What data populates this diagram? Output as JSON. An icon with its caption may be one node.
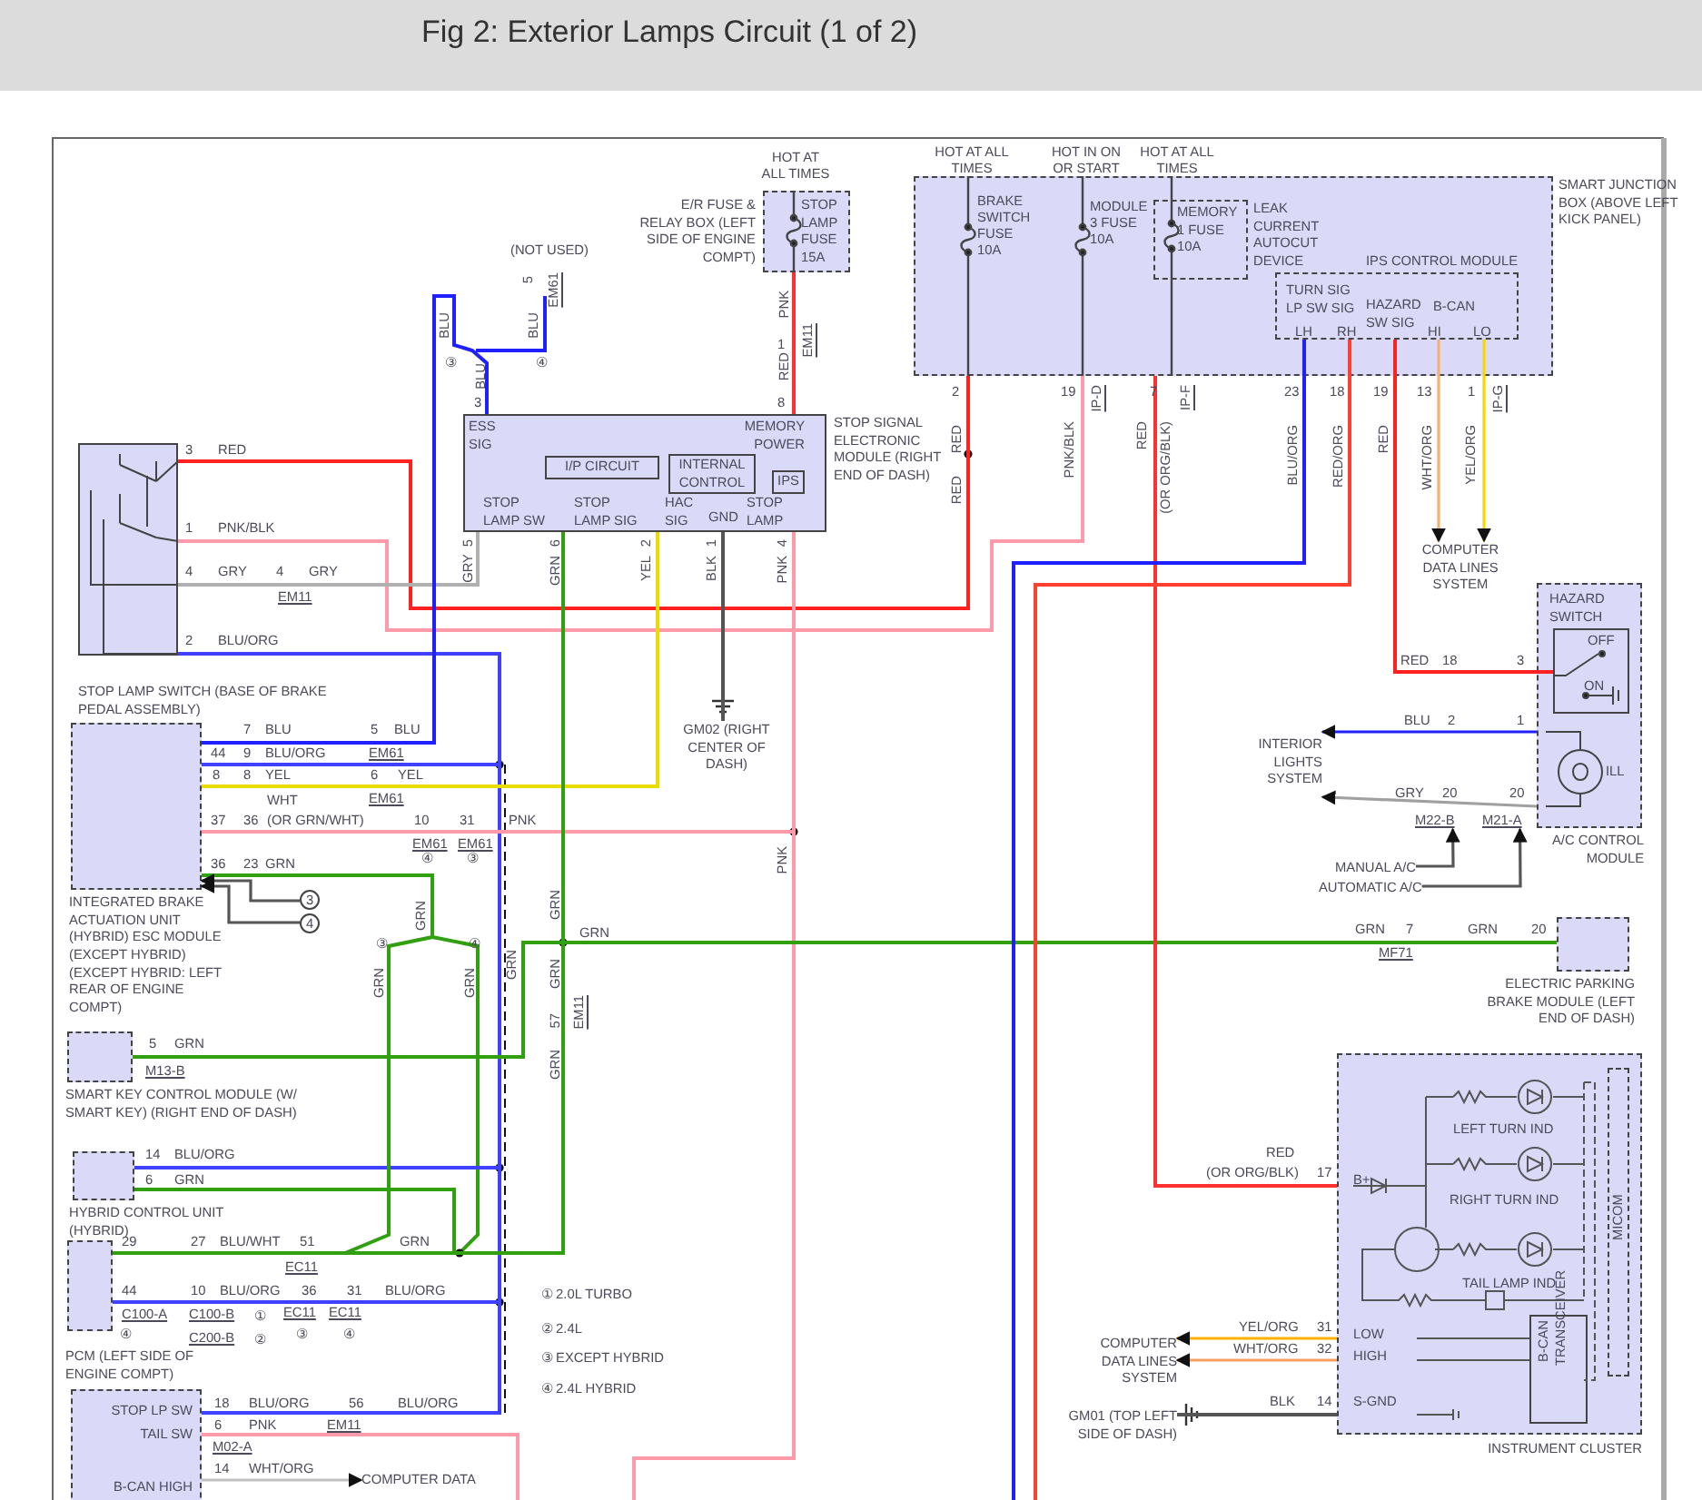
{
  "diagram": {
    "title": "Fig 2: Exterior Lamps Circuit (1 of 2)",
    "nodes": [
      {
        "text": [
          "SMART JUNCTION BOX (ABOVE LEFT KICK PANEL)"
        ]
      },
      {
        "text": [
          "MEMORY 1 FUSE 10A",
          "LEAK CURRENT AUTOCUT DEVICE"
        ],
        "in": 0
      },
      {
        "text": [
          "IPS CONTROL MODULE",
          "TURN SIG LP SW SIG",
          "HAZARD SW SIG",
          "B-CAN"
        ],
        "in": 0
      },
      {
        "text": [
          "E/R FUSE & RELAY BOX (LEFT SIDE OF ENGINE COMPT)",
          "STOP LAMP FUSE 15A"
        ]
      },
      {
        "text": [
          "ESS SIG",
          "MEMORY POWER",
          "STOP LAMP SW",
          "STOP LAMP SIG",
          "HAC SIG",
          "GND",
          "STOP LAMP",
          "STOP SIGNAL ELECTRONIC MODULE (RIGHT END OF DASH)"
        ]
      },
      {
        "text": [
          "I/P CIRCUIT"
        ],
        "in": 4
      },
      {
        "text": [
          "INTERNAL CONTROL"
        ],
        "in": 4
      },
      {
        "text": [
          "IPS"
        ],
        "in": 4
      },
      {
        "text": [
          "STOP LAMP SWITCH (BASE OF BRAKE PEDAL ASSEMBLY)"
        ]
      },
      {
        "text": [
          "INTEGRATED BRAKE ACTUATION UNIT (HYBRID) ESC MODULE (EXCEPT HYBRID) (EXCEPT HYBRID: LEFT REAR OF ENGINE COMPT)"
        ]
      },
      {
        "text": [
          "SMART KEY CONTROL MODULE (W/ SMART KEY) (RIGHT END OF DASH)"
        ]
      },
      {
        "text": [
          "HYBRID CONTROL UNIT (HYBRID)"
        ]
      },
      {
        "text": [
          "PCM (LEFT SIDE OF ENGINE COMPT)"
        ]
      },
      {
        "text": [
          "STOP LP SW",
          "TAIL SW",
          "B-CAN HIGH"
        ]
      },
      {
        "text": [
          "A/C CONTROL MODULE"
        ]
      },
      {
        "text": [
          "HAZARD SWITCH",
          "OFF",
          "ON"
        ],
        "in": 14
      },
      {
        "text": [
          "ELECTRIC PARKING BRAKE MODULE (LEFT END OF DASH)"
        ]
      },
      {
        "text": [
          "INSTRUMENT CLUSTER",
          "B+",
          "LOW",
          "HIGH",
          "S-GND",
          "LEFT TURN IND",
          "RIGHT TURN IND",
          "TAIL LAMP IND"
        ]
      },
      {
        "text": [
          "MICOM"
        ],
        "in": 17
      },
      {
        "text": [
          "B-CAN TRANSCEIVER"
        ],
        "in": 17
      },
      {
        "text": [
          "INTERIOR LIGHTS SYSTEM"
        ]
      },
      {
        "text": [
          "COMPUTER DATA LINES SYSTEM"
        ]
      },
      {
        "text": [
          "COMPUTER DATA LINES SYSTEM"
        ]
      },
      {
        "text": [
          "GM02 (RIGHT CENTER OF DASH)"
        ]
      },
      {
        "text": [
          "GM01 (TOP LEFT SIDE OF DASH)"
        ]
      },
      {
        "text": [
          "COMPUTER DATA"
        ]
      },
      {
        "text": [
          "MANUAL A/C"
        ]
      },
      {
        "text": [
          "AUTOMATIC A/C"
        ]
      },
      {
        "text": [
          "3"
        ]
      },
      {
        "text": [
          "4"
        ]
      },
      {
        "text": [
          "M22-B"
        ]
      },
      {
        "text": [
          "M21-A"
        ]
      }
    ],
    "edges": [
      {
        "from": 8,
        "to": 0,
        "arrow": "none",
        "color": "#ff2020"
      },
      {
        "from": 8,
        "to": 0,
        "arrow": "none",
        "color": "#ff9aaa"
      },
      {
        "from": 8,
        "to": 4,
        "arrow": "none",
        "color": "#b0b0b0"
      },
      {
        "from": 8,
        "to": 9,
        "arrow": "none",
        "color": "#4040ff"
      },
      {
        "from": 8,
        "to": 11,
        "arrow": "none",
        "color": "#4040ff"
      },
      {
        "from": 8,
        "to": 12,
        "arrow": "none",
        "color": "#4040ff"
      },
      {
        "from": 8,
        "to": 13,
        "arrow": "none",
        "color": "#4040ff"
      },
      {
        "from": 4,
        "to": 9,
        "arrow": "none",
        "color": "#2020ff"
      },
      {
        "from": 3,
        "to": 4,
        "arrow": "none",
        "color": "#ff3030"
      },
      {
        "from": 4,
        "to": 9,
        "arrow": "none",
        "color": "#e8dc00"
      },
      {
        "from": 4,
        "to": 23,
        "arrow": "none",
        "color": "#555555"
      },
      {
        "from": 4,
        "to": 9,
        "arrow": "none",
        "color": "#ff9aaa"
      },
      {
        "from": 4,
        "to": null,
        "arrow": "none",
        "color": "#ff9aaa"
      },
      {
        "from": 4,
        "to": 16,
        "arrow": "none",
        "color": "#30a010"
      },
      {
        "from": 4,
        "to": 10,
        "arrow": "none",
        "color": "#30a010"
      },
      {
        "from": 4,
        "to": 12,
        "arrow": "none",
        "color": "#30a010"
      },
      {
        "from": 9,
        "to": 12,
        "arrow": "none",
        "color": "#30a010"
      },
      {
        "from": 11,
        "to": 12,
        "arrow": "none",
        "color": "#30a010"
      },
      {
        "from": 0,
        "to": 17,
        "arrow": "none",
        "color": "#ff3030"
      },
      {
        "from": 2,
        "to": null,
        "arrow": "none",
        "color": "#2020ff"
      },
      {
        "from": 2,
        "to": null,
        "arrow": "none",
        "color": "#ff4030"
      },
      {
        "from": 2,
        "to": 15,
        "arrow": "none",
        "color": "#ff2020"
      },
      {
        "from": 2,
        "to": 21,
        "arrow": "to",
        "color": "#f4b070"
      },
      {
        "from": 2,
        "to": 21,
        "arrow": "to",
        "color": "#f5d800"
      },
      {
        "from": 14,
        "to": 20,
        "arrow": "to",
        "color": "#2020ff"
      },
      {
        "from": 14,
        "to": 20,
        "arrow": "to",
        "color": "#a0a0a0"
      },
      {
        "from": 26,
        "to": 30,
        "arrow": "to",
        "color": "#555555"
      },
      {
        "from": 27,
        "to": 31,
        "arrow": "to",
        "color": "#555555"
      },
      {
        "from": 28,
        "to": 9,
        "arrow": "to",
        "color": "#555555"
      },
      {
        "from": 29,
        "to": 9,
        "arrow": "to",
        "color": "#555555"
      },
      {
        "from": 17,
        "to": 22,
        "arrow": "to",
        "color": "#ffb000"
      },
      {
        "from": 17,
        "to": 22,
        "arrow": "to",
        "color": "#f4a060"
      },
      {
        "from": 17,
        "to": 24,
        "arrow": "none",
        "color": "#555555"
      },
      {
        "from": 13,
        "to": 25,
        "arrow": "to",
        "color": "#c0c0c0"
      },
      {
        "from": 13,
        "to": null,
        "arrow": "none",
        "color": "#ff9aaa"
      }
    ],
    "labels": [
      "HOT AT ALL TIMES",
      "HOT AT ALL TIMES",
      "HOT IN ON OR START",
      "HOT AT ALL TIMES",
      "(NOT USED)",
      "5",
      "EM61",
      "BRAKE SWITCH FUSE 10A",
      "MODULE 3 FUSE 10A",
      "BLU",
      "BLU",
      "③",
      "④",
      "BLU",
      "3",
      "PNK",
      "1",
      "RED",
      "8",
      "EM11",
      "LH",
      "RH",
      "HI",
      "LO",
      "2",
      "19",
      "IP-D",
      "7",
      "IP-F",
      "23",
      "18",
      "19",
      "13",
      "1",
      "IP-G",
      "RED",
      "RED",
      "PNK/BLK",
      "RED",
      "(OR ORG/BLK)",
      "BLU/ORG",
      "RED/ORG",
      "RED",
      "WHT/ORG",
      "YEL/ORG",
      "3",
      "RED",
      "1",
      "PNK/BLK",
      "4",
      "GRY",
      "4",
      "GRY",
      "EM11",
      "2",
      "BLU/ORG",
      "5",
      "GRY",
      "6",
      "GRN",
      "2",
      "YEL",
      "1",
      "BLK",
      "4",
      "PNK",
      "7",
      "BLU",
      "5",
      "BLU",
      "44",
      "9",
      "BLU/ORG",
      "EM61",
      "8",
      "8",
      "YEL",
      "6",
      "YEL",
      "WHT",
      "EM61",
      "37",
      "36",
      "(OR GRN/WHT)",
      "10",
      "31",
      "PNK",
      "EM61",
      "EM61",
      "④",
      "③",
      "36",
      "23",
      "GRN",
      "③",
      "GRN",
      "④",
      "GRN",
      "GRN",
      "GRN",
      "PNK",
      "GRN",
      "GRN",
      "GRN",
      "57",
      "EM11",
      "GRN",
      "5",
      "GRN",
      "M13-B",
      "14",
      "BLU/ORG",
      "6",
      "GRN",
      "29",
      "27",
      "BLU/WHT",
      "51",
      "GRN",
      "EC11",
      "44",
      "10",
      "BLU/ORG",
      "36",
      "31",
      "BLU/ORG",
      "C100-A",
      "C100-B",
      "①",
      "EC11",
      "EC11",
      "④",
      "C200-B",
      "②",
      "③",
      "④",
      "① 2.0L TURBO",
      "② 2.4L",
      "③ EXCEPT HYBRID",
      "④ 2.4L HYBRID",
      "18",
      "BLU/ORG",
      "56",
      "BLU/ORG",
      "6",
      "PNK",
      "EM11",
      "M02-A",
      "14",
      "WHT/ORG",
      "RED",
      "18",
      "3",
      "ILL",
      "BLU",
      "2",
      "1",
      "GRY",
      "20",
      "20",
      "GRN",
      "7",
      "GRN",
      "20",
      "MF71",
      "RED",
      "(OR ORG/BLK)",
      "17",
      "YEL/ORG",
      "31",
      "WHT/ORG",
      "32",
      "BLK",
      "14"
    ]
  }
}
